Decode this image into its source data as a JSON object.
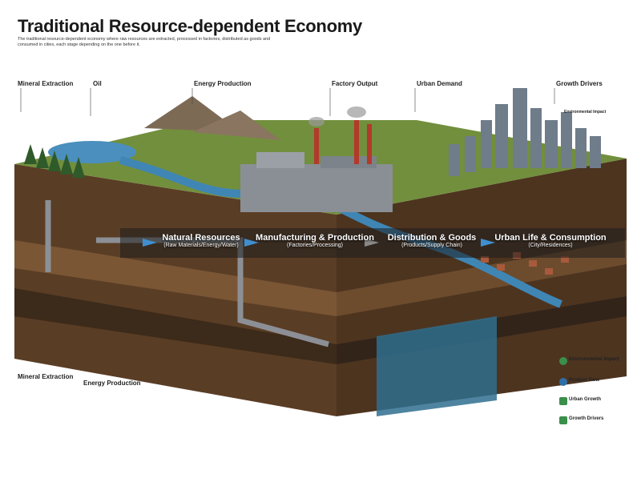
{
  "header": {
    "title": "Traditional Resource-dependent Economy",
    "intro": "The traditional resource-dependent economy where raw resources are extracted, processed in factories, distributed as goods and consumed in cities, each stage depending on the one before it."
  },
  "callouts": {
    "mineral_extraction": "Mineral Extraction",
    "oil": "Oil",
    "energy_production": "Energy Production",
    "factory_output": "Factory Output",
    "urban_demand": "Urban Demand",
    "growth_drivers": "Growth Drivers",
    "environmental_impact_small": "Environmental Impact",
    "mineral_extraction_bottom": "Mineral Extraction",
    "energy_production_bottom": "Energy Production"
  },
  "flow": {
    "stage1": {
      "title": "Natural Resources",
      "sub": "(Raw Materials/Energy/Water)"
    },
    "stage2": {
      "title": "Manufacturing & Production",
      "sub": "(Factories/Processing)"
    },
    "stage3": {
      "title": "Distribution & Goods",
      "sub": "(Products/Supply Chain)"
    },
    "stage4": {
      "title": "Urban Life & Consumption",
      "sub": "(City/Residences)"
    }
  },
  "legend": {
    "environmental_impact": "Environmental Impact",
    "product_flow": "Product Flow",
    "urban_growth": "Urban Growth",
    "growth_drivers": "Growth Drivers"
  },
  "colors": {
    "river": "#3f86b5",
    "soil": "#6b4a2e",
    "grass": "#6f8f3a",
    "factory": "#8a8f96",
    "flow_band": "#1e1e1e",
    "arrow": "#3f8fd0"
  }
}
